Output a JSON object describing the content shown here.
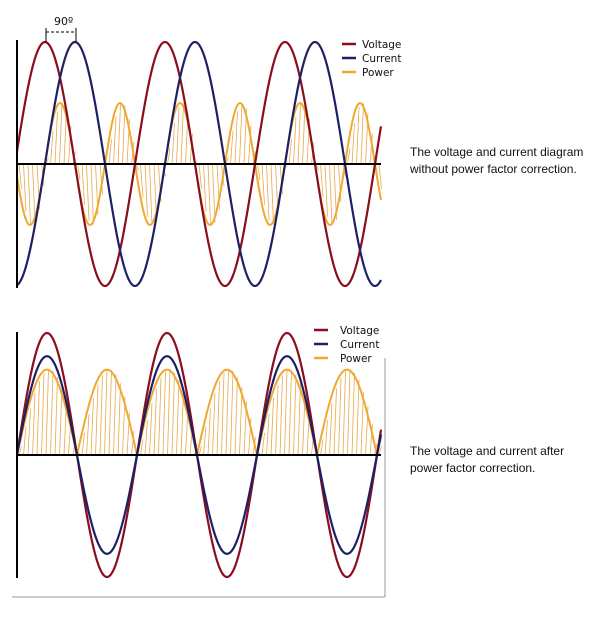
{
  "colors": {
    "voltage": "#8b0d1e",
    "current": "#1e2066",
    "power": "#f0a830",
    "hatch": "#e7a94c",
    "axis": "#000000",
    "frame": "#9a9a9a"
  },
  "legend": {
    "voltage": "Voltage",
    "current": "Current",
    "power": "Power"
  },
  "diagrams": [
    {
      "id": "without-correction",
      "phase_label": "90º",
      "phase_shift_degrees": 90,
      "caption_line1": "The voltage and current diagram",
      "caption_line2": "without power factor correction.",
      "cycles_shown": 3,
      "voltage_amplitude": 1.0,
      "current_amplitude": 1.0,
      "power_amplitude": 0.5
    },
    {
      "id": "after-correction",
      "caption_line1": "The voltage and current after",
      "caption_line2": "power factor correction.",
      "phase_shift_degrees": 0,
      "cycles_shown": 3,
      "voltage_amplitude": 1.0,
      "current_amplitude": 0.81,
      "power_amplitude": 0.7
    }
  ]
}
